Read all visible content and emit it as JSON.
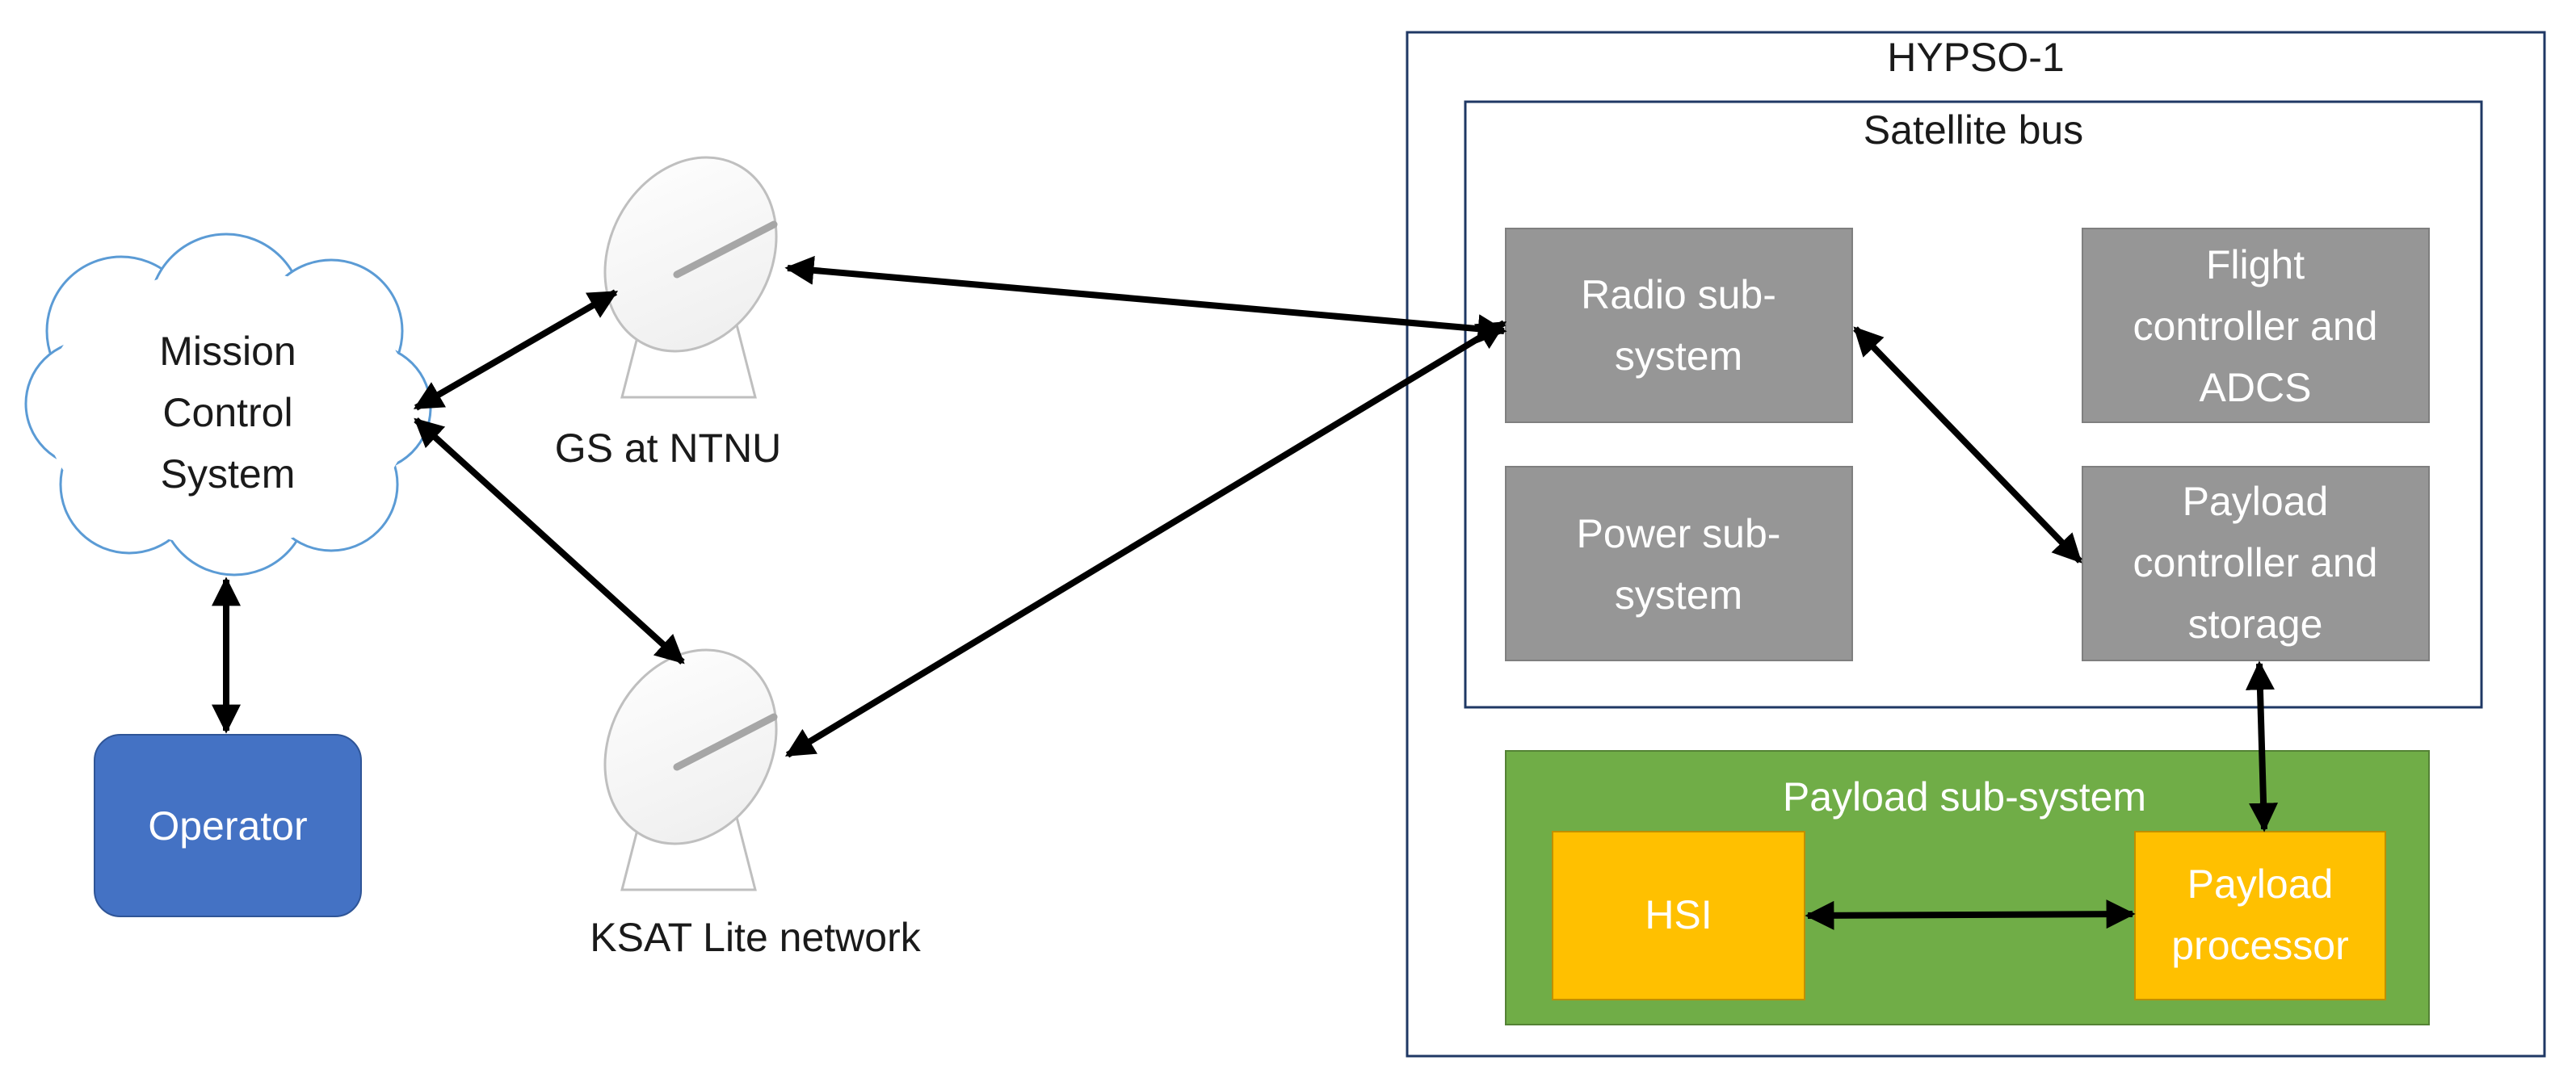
{
  "hypso": {
    "title": "HYPSO-1"
  },
  "bus": {
    "title": "Satellite bus"
  },
  "radio": {
    "line1": "Radio sub-",
    "line2": "system"
  },
  "flight": {
    "line1": "Flight",
    "line2": "controller and",
    "line3": "ADCS"
  },
  "power": {
    "line1": "Power sub-",
    "line2": "system"
  },
  "payload_ctrl": {
    "line1": "Payload",
    "line2": "controller and",
    "line3": "storage"
  },
  "payload_sub": {
    "title": "Payload sub-system"
  },
  "hsi": {
    "label": "HSI"
  },
  "payload_proc": {
    "line1": "Payload",
    "line2": "processor"
  },
  "mission": {
    "line1": "Mission",
    "line2": "Control",
    "line3": "System"
  },
  "operator": {
    "label": "Operator"
  },
  "gs_ntnu": {
    "label": "GS at NTNU"
  },
  "ksat": {
    "label": "KSAT Lite network"
  },
  "colors": {
    "gray_box": "#969696",
    "green": "#70ad47",
    "yellow": "#ffc000",
    "blue": "#4472c4",
    "navy_border": "#1f3864",
    "cloud_stroke": "#5b9bd5",
    "dish": "#bfbfbf"
  }
}
